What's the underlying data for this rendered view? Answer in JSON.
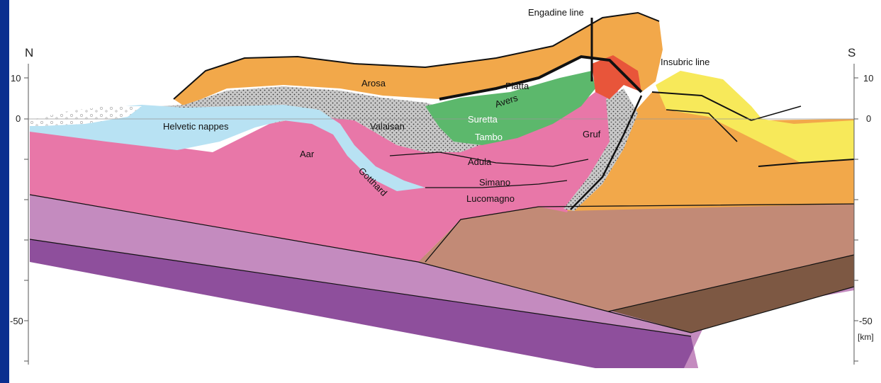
{
  "colors": {
    "frame_blue": "#0b2f8f",
    "pink": "#e877a8",
    "light_pink": "#f08cbb",
    "lilac": "#c48bbf",
    "purple": "#8e4f9c",
    "tan_brown": "#c28a76",
    "dark_brown": "#7d5843",
    "orange": "#f2a84a",
    "yellow": "#f7e95a",
    "light_blue": "#b8e2f3",
    "green": "#5cb86c",
    "light_green": "#a7d88c",
    "red_orange": "#e8553a",
    "gray_dotted": "#b5b5b5"
  },
  "directions": {
    "north": "N",
    "south": "S"
  },
  "axis": {
    "left_ticks": [
      "10",
      "0",
      "-50"
    ],
    "right_ticks": [
      "10",
      "0",
      "-50"
    ],
    "unit": "[km]"
  },
  "labels": {
    "engadine_line": "Engadine line",
    "insubric_line": "Insubric line",
    "arosa": "Arosa",
    "platta": "Platta",
    "avers": "Avers",
    "suretta": "Suretta",
    "tambo": "Tambo",
    "helvetic_nappes": "Helvetic nappes",
    "valaisan": "Valaisan",
    "aar": "Aar",
    "gotthard": "Gotthard",
    "adula": "Adula",
    "simano": "Simano",
    "lucomagno": "Lucomagno",
    "gruf": "Gruf"
  }
}
